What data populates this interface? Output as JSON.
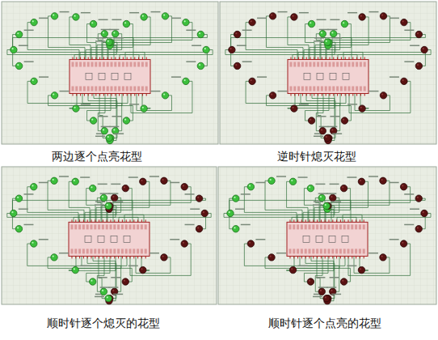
{
  "diagram": {
    "labels": [
      "两边逐个点亮花型",
      "逆时针熄灭花型",
      "顺时针逐个熄灭的花型",
      "顺时针逐个点亮的花型"
    ]
  }
}
